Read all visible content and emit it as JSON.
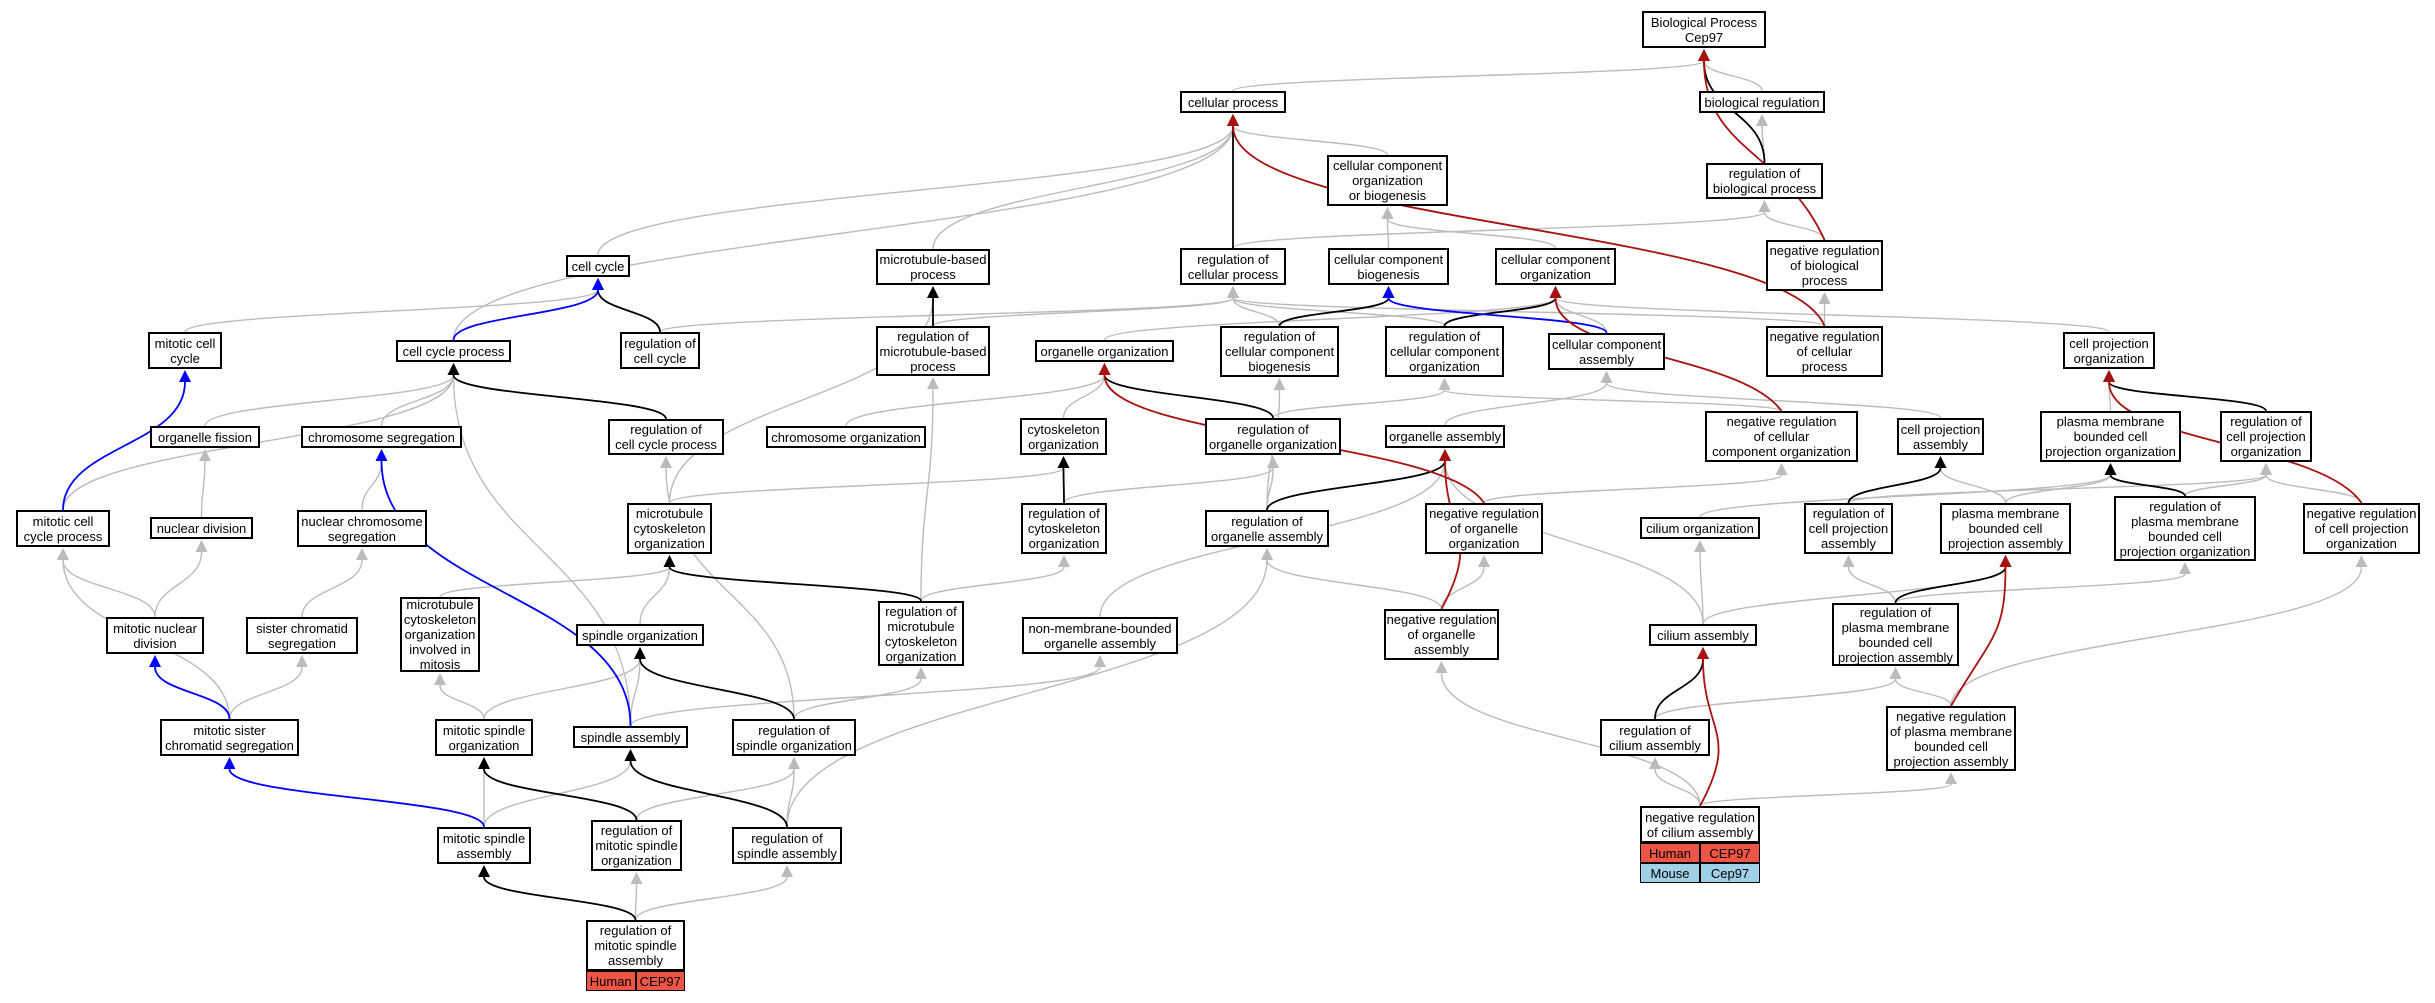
{
  "colors": {
    "edge_is_a": "#bbbbbb",
    "edge_part_of": "#000000",
    "edge_regulates": "#0000ff",
    "edge_negatively_regulates": "#aa1111",
    "human": "#ee5544",
    "mouse": "#9fd0e6"
  },
  "nodes": {
    "bp": "Biological Process\nCep97",
    "cellular_process": "cellular process",
    "biological_regulation": "biological regulation",
    "ccob": "cellular component\norganization\nor biogenesis",
    "reg_bp": "regulation of\nbiological process",
    "cell_cycle": "cell cycle",
    "mt_based_process": "microtubule-based\nprocess",
    "reg_cellular_process": "regulation of\ncellular process",
    "cc_biogenesis": "cellular component\nbiogenesis",
    "cc_organization": "cellular component\norganization",
    "neg_reg_bp": "negative regulation\nof biological\nprocess",
    "mitotic_cell_cycle": "mitotic cell\ncycle",
    "cell_cycle_process": "cell cycle process",
    "reg_cell_cycle": "regulation of\ncell cycle",
    "reg_mt_based_process": "regulation of\nmicrotubule-based\nprocess",
    "organelle_organization": "organelle organization",
    "reg_cc_biogenesis": "regulation of\ncellular component\nbiogenesis",
    "reg_cc_organization": "regulation of\ncellular component\norganization",
    "cc_assembly": "cellular component\nassembly",
    "neg_reg_cellular_process": "negative regulation\nof cellular\nprocess",
    "cell_projection_organization": "cell projection\norganization",
    "organelle_fission": "organelle fission",
    "chromosome_segregation": "chromosome segregation",
    "reg_cell_cycle_process": "regulation of\ncell cycle process",
    "chromosome_organization": "chromosome organization",
    "cytoskeleton_organization": "cytoskeleton\norganization",
    "reg_organelle_organization": "regulation of\norganelle organization",
    "organelle_assembly": "organelle assembly",
    "neg_reg_cc_organization": "negative regulation\nof cellular\ncomponent organization",
    "cell_projection_assembly": "cell projection\nassembly",
    "pm_cp_organization": "plasma membrane\nbounded cell\nprojection organization",
    "reg_cp_organization": "regulation of\ncell projection\norganization",
    "mitotic_cell_cycle_process": "mitotic cell\ncycle process",
    "nuclear_division": "nuclear division",
    "nuclear_chromosome_segregation": "nuclear chromosome\nsegregation",
    "mt_cytoskeleton_organization": "microtubule\ncytoskeleton\norganization",
    "reg_cytoskeleton_organization": "regulation of\ncytoskeleton\norganization",
    "reg_organelle_assembly": "regulation of\norganelle assembly",
    "neg_reg_organelle_organization": "negative regulation\nof organelle\norganization",
    "cilium_organization": "cilium organization",
    "reg_cp_assembly": "regulation of\ncell projection\nassembly",
    "pm_cp_assembly": "plasma membrane\nbounded cell\nprojection assembly",
    "reg_pm_cp_organization": "regulation of\nplasma membrane\nbounded cell\nprojection organization",
    "neg_reg_cp_organization": "negative regulation\nof cell projection\norganization",
    "mitotic_nuclear_division": "mitotic nuclear\ndivision",
    "sister_chromatid_segregation": "sister chromatid\nsegregation",
    "mt_cyto_org_mitosis": "microtubule\ncytoskeleton\norganization\ninvolved in\nmitosis",
    "spindle_organization": "spindle organization",
    "reg_mt_cytoskeleton_organization": "regulation of\nmicrotubule\ncytoskeleton\norganization",
    "nmb_organelle_assembly": "non-membrane-bounded\norganelle assembly",
    "neg_reg_organelle_assembly": "negative regulation\nof organelle\nassembly",
    "cilium_assembly": "cilium assembly",
    "reg_pm_cp_assembly": "regulation of\nplasma membrane\nbounded cell\nprojection assembly",
    "mitotic_sister_chromatid_segregation": "mitotic sister\nchromatid segregation",
    "mitotic_spindle_organization": "mitotic spindle\norganization",
    "spindle_assembly": "spindle assembly",
    "reg_spindle_organization": "regulation of\nspindle organization",
    "reg_cilium_assembly": "regulation of\ncilium assembly",
    "neg_reg_pm_cp_assembly": "negative regulation\nof plasma membrane\nbounded cell\nprojection assembly",
    "mitotic_spindle_assembly": "mitotic spindle\nassembly",
    "reg_mitotic_spindle_organization": "regulation of\nmitotic spindle\norganization",
    "reg_spindle_assembly": "regulation of\nspindle assembly",
    "neg_reg_cilium_assembly": "negative regulation\nof cilium assembly",
    "reg_mitotic_spindle_assembly": "regulation of\nmitotic spindle\nassembly"
  },
  "annotations": {
    "reg_mitotic_spindle_assembly": [
      [
        "Human",
        "CEP97"
      ]
    ],
    "neg_reg_cilium_assembly": [
      [
        "Human",
        "CEP97"
      ],
      [
        "Mouse",
        "Cep97"
      ]
    ]
  }
}
